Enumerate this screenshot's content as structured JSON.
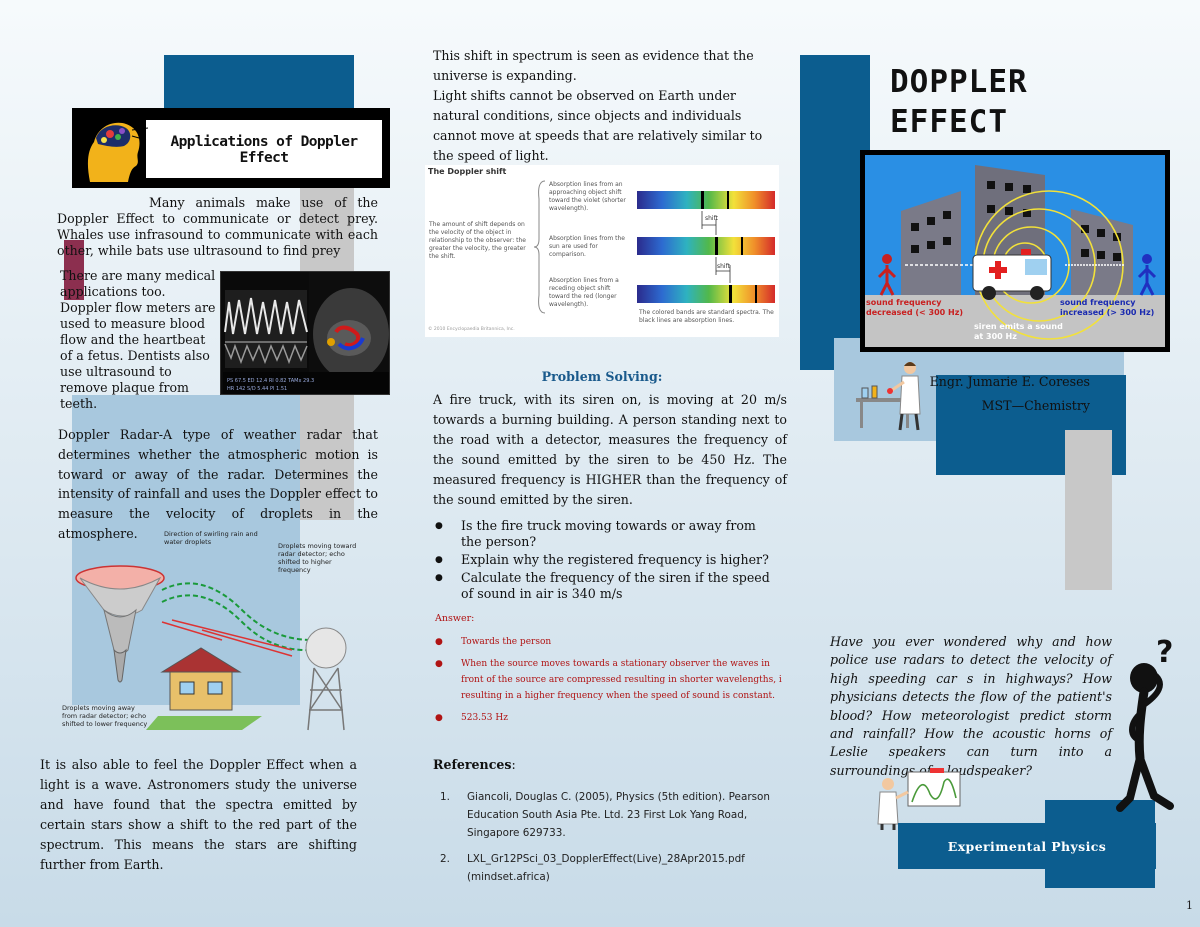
{
  "colors": {
    "dark_blue": "#0c5d8f",
    "light_blue": "#a8c8de",
    "gray": "#c8c8c8",
    "maroon": "#8c2f4f",
    "answer_red": "#b01414",
    "title_blue": "#1a5a8c"
  },
  "col1": {
    "banner_title": "Applications of Doppler Effect",
    "animals_text": "Many animals make use of the Doppler Effect to communicate or detect prey. Whales use infrasound to communicate with each other, while bats use ultrasound to find prey",
    "medical_text": "There are many medical applications too. Doppler flow meters are used to measure blood flow and the heartbeat of a fetus. Dentists also use ultrasound to remove plaque from teeth.",
    "radar_text": "Doppler Radar-A type of weather radar that determines whether the atmospheric motion is toward or away of the radar. Determines the intensity of rainfall and uses the Doppler effect to measure the velocity of droplets in the atmosphere.",
    "radar_fig": {
      "label_top": "Direction of swirling rain and water droplets",
      "label_right": "Droplets moving toward radar detector; echo shifted to higher frequency",
      "label_bottom": "Droplets moving away from radar detector; echo shifted to lower frequency"
    },
    "light_text": "It is also able to feel the Doppler Effect when a light is a wave. Astronomers study the universe and have found that the spectra emitted by certain stars show a shift to the red part of the spectrum. This means the stars are shifting further from Earth."
  },
  "col2": {
    "expanding_text": "This shift in spectrum is seen as evidence that the universe is expanding.",
    "light_shift_text": "Light shifts cannot be observed on Earth under natural conditions, since objects and individuals cannot move at speeds that are relatively similar to the speed of light.",
    "fig": {
      "title": "The Doppler shift",
      "left_desc": "The amount of shift depends on the velocity of the object in relationship to the observer: the greater the velocity, the greater the shift.",
      "label1": "Absorption lines from an approaching object shift toward the violet (shorter wavelength).",
      "label2": "Absorption lines from the sun are used for comparison.",
      "label3": "Absorption lines from a receding object shift toward the red (longer wavelength).",
      "shift_label": "shift",
      "caption": "The colored bands are standard spectra. The black lines are absorption lines.",
      "copyright": "© 2010 Encyclopaedia Britannica, Inc."
    },
    "problem_title": "Problem Solving:",
    "problem_text": "A fire truck, with its siren on, is moving at 20 m/s towards a burning building. A person standing next to the road with a detector, measures the frequency of the sound emitted by the siren to be 450 Hz. The measured frequency is HIGHER than the frequency of the sound emitted by the siren.",
    "questions": [
      "Is the fire truck moving towards or away from the person?",
      "Explain why the registered frequency is higher?",
      "Calculate the frequency of the siren if the speed of sound in air is 340 m/s"
    ],
    "answer_label": "Answer:",
    "answers": [
      "Towards the person",
      "When the source moves towards a stationary observer the waves in front of the source are compressed   resulting in shorter wavelengths, i  resulting in a higher frequency when the speed of sound is constant.",
      "523.53 Hz"
    ],
    "references_label": "References",
    "references": [
      {
        "num": "1.",
        "text": "Giancoli, Douglas C. (2005), Physics (5th edition). Pearson Education South Asia Pte. Ltd. 23 First Lok Yang Road, Singapore 629733."
      },
      {
        "num": "2.",
        "text": "LXL_Gr12PSci_03_DopplerEffect(Live)_28Apr2015.pdf (mindset.africa)"
      }
    ]
  },
  "col3": {
    "title_line1": "DOPPLER",
    "title_line2": "EFFECT",
    "cover": {
      "left_label": "sound frequency decreased (< 300 Hz)",
      "right_label": "sound frequency increased (> 300 Hz)",
      "bottom_label": "siren emits a sound at 300 Hz"
    },
    "author_name": "Engr. Jumarie E. Coreses",
    "author_dept": "MST—Chemistry",
    "question_text": "Have you ever wondered why and how police use radars to detect the velocity of high speeding car s in highways? How physicians detects the flow of the patient's blood? How meteorologist predict storm and rainfall? How the acoustic horns of Leslie speakers can turn into a surroundings of a loudspeaker?",
    "tagline": "Experimental Physics"
  },
  "page_number": "1"
}
